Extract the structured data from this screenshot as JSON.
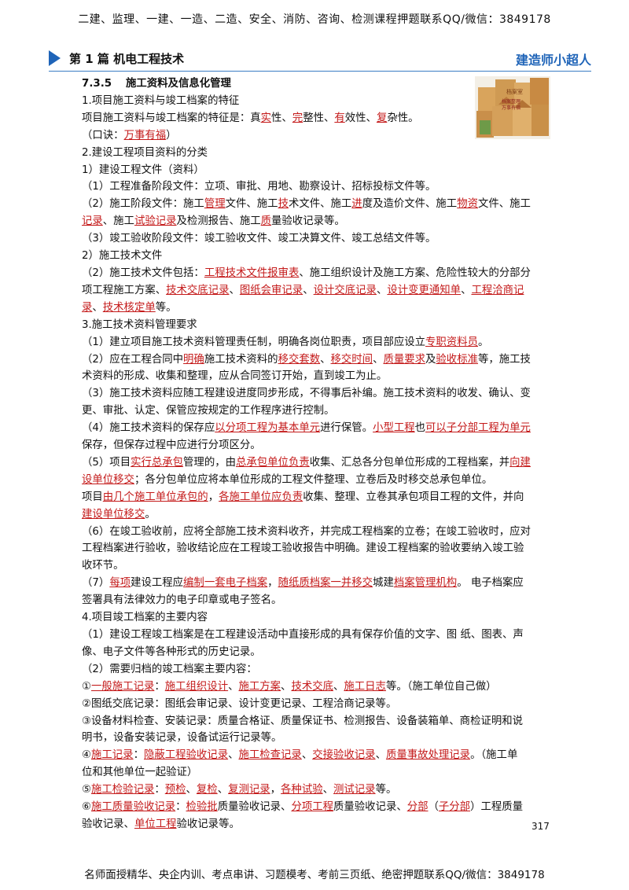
{
  "header": {
    "banner": "二建、监理、一建、一造、二造、安全、消防、咨询、检测课程押题联系QQ/微信：3849178",
    "chapter": "第 1 篇  机电工程技术",
    "brand": "建造师小超人"
  },
  "section": {
    "number": "7.3.5",
    "title": "施工资料及信息化管理"
  },
  "lines": [
    [
      {
        "t": "1.项目施工资料与竣工档案的特征"
      }
    ],
    [
      {
        "t": "项目施工资料与竣工档案的特征是：真"
      },
      {
        "t": "实",
        "h": true
      },
      {
        "t": "性、"
      },
      {
        "t": "完",
        "h": true
      },
      {
        "t": "整性、"
      },
      {
        "t": "有",
        "h": true
      },
      {
        "t": "效性、"
      },
      {
        "t": "复",
        "h": true
      },
      {
        "t": "杂性。"
      }
    ],
    [
      {
        "t": "（口诀："
      },
      {
        "t": "万事有福",
        "h": true
      },
      {
        "t": "）"
      }
    ],
    [
      {
        "t": "2.建设工程项目资料的分类"
      }
    ],
    [
      {
        "t": "1）建设工程文件（资料）"
      }
    ],
    [
      {
        "t": "（1）工程准备阶段文件：立项、审批、用地、勘察设计、招标投标文件等。"
      }
    ],
    [
      {
        "t": "（2）施工阶段文件：施工"
      },
      {
        "t": "管理",
        "h": true
      },
      {
        "t": "文件、施工"
      },
      {
        "t": "技",
        "h": true
      },
      {
        "t": "术文件、施工"
      },
      {
        "t": "进",
        "h": true
      },
      {
        "t": "度及造价文件、施工"
      },
      {
        "t": "物资",
        "h": true
      },
      {
        "t": "文件、施工"
      }
    ],
    [
      {
        "t": "记录",
        "h": true
      },
      {
        "t": "、施工"
      },
      {
        "t": "试验记录",
        "h": true
      },
      {
        "t": "及检测报告、施工"
      },
      {
        "t": "质",
        "h": true
      },
      {
        "t": "量验收记录等。"
      }
    ],
    [
      {
        "t": "（3）竣工验收阶段文件：竣工验收文件、竣工决算文件、竣工总结文件等。"
      }
    ],
    [
      {
        "t": "2）施工技术文件"
      }
    ],
    [
      {
        "t": "（2）施工技术文件包括："
      },
      {
        "t": "工程技术文件报审表",
        "h": true
      },
      {
        "t": "、施工组织设计及施工方案、危险性较大的分部分"
      }
    ],
    [
      {
        "t": "项工程施工方案、"
      },
      {
        "t": "技术交底记录",
        "h": true
      },
      {
        "t": "、"
      },
      {
        "t": "图纸会审记录",
        "h": true
      },
      {
        "t": "、"
      },
      {
        "t": "设计交底记录",
        "h": true
      },
      {
        "t": "、"
      },
      {
        "t": "设计变更通知单",
        "h": true
      },
      {
        "t": "、"
      },
      {
        "t": "工程洽商记",
        "h": true
      }
    ],
    [
      {
        "t": "录",
        "h": true
      },
      {
        "t": "、"
      },
      {
        "t": "技术核定单",
        "h": true
      },
      {
        "t": "等。"
      }
    ],
    [
      {
        "t": "3.施工技术资料管理要求"
      }
    ],
    [
      {
        "t": "（1）建立项目施工技术资料管理责任制，明确各岗位职责，项目部应设立"
      },
      {
        "t": "专职资料员",
        "h": true
      },
      {
        "t": "。"
      }
    ],
    [
      {
        "t": "（2）应在工程合同中"
      },
      {
        "t": "明确",
        "h": true
      },
      {
        "t": "施工技术资料的"
      },
      {
        "t": "移交套数",
        "h": true
      },
      {
        "t": "、"
      },
      {
        "t": "移交时间",
        "h": true
      },
      {
        "t": "、"
      },
      {
        "t": "质量要求",
        "h": true
      },
      {
        "t": "及"
      },
      {
        "t": "验收标准",
        "h": true
      },
      {
        "t": "等，施工技"
      }
    ],
    [
      {
        "t": "术资料的形成、收集和整理，应从合同签订开始，直到竣工为止。"
      }
    ],
    [
      {
        "t": "（3）施工技术资料应随工程建设进度同步形成，不得事后补编。施工技术资料的收发、确认、变"
      }
    ],
    [
      {
        "t": "更、审批、认定、保管应按规定的工作程序进行控制。"
      }
    ],
    [
      {
        "t": "（4）施工技术资料的保存应"
      },
      {
        "t": "以分项工程为基本单元",
        "h": true
      },
      {
        "t": "进行保管。"
      },
      {
        "t": "小型工程",
        "h": true
      },
      {
        "t": "也"
      },
      {
        "t": "可以子分部工程为单元",
        "h": true
      }
    ],
    [
      {
        "t": "保存，但保存过程中应进行分项区分。"
      }
    ],
    [
      {
        "t": "（5）项目"
      },
      {
        "t": "实行总承包",
        "h": true
      },
      {
        "t": "管理的，由"
      },
      {
        "t": "总承包单位负责",
        "h": true
      },
      {
        "t": "收集、汇总各分包单位形成的工程档案，并"
      },
      {
        "t": "向建",
        "h": true
      }
    ],
    [
      {
        "t": "设单位移交",
        "h": true
      },
      {
        "t": "；各分包单位应将本单位形成的工程文件整理、立卷后及时移交总承包单位。"
      }
    ],
    [
      {
        "t": "项目"
      },
      {
        "t": "由几个施工单位承包的",
        "h": true
      },
      {
        "t": "，"
      },
      {
        "t": "各施工单位应负责",
        "h": true
      },
      {
        "t": "收集、整理、立卷其承包项目工程的文件，并向"
      }
    ],
    [
      {
        "t": "建设单位移交",
        "h": true
      },
      {
        "t": "。"
      }
    ],
    [
      {
        "t": "（6）在竣工验收前，应将全部施工技术资料收齐，并完成工程档案的立卷；在竣工验收时，应对"
      }
    ],
    [
      {
        "t": "工程档案进行验收，验收结论应在工程竣工验收报告中明确。建设工程档案的验收要纳入竣工验"
      }
    ],
    [
      {
        "t": "收环节。"
      }
    ],
    [
      {
        "t": "（7）"
      },
      {
        "t": "每项",
        "h": true
      },
      {
        "t": "建设工程应"
      },
      {
        "t": "编制一套电子档案",
        "h": true
      },
      {
        "t": "，"
      },
      {
        "t": "随纸质档案一并移交",
        "h": true
      },
      {
        "t": "城建"
      },
      {
        "t": "档案管理机构",
        "h": true
      },
      {
        "t": "。 电子档案应"
      }
    ],
    [
      {
        "t": "签署具有法律效力的电子印章或电子签名。"
      }
    ],
    [
      {
        "t": "4.项目竣工档案的主要内容"
      }
    ],
    [
      {
        "t": "（1）建设工程竣工档案是在工程建设活动中直接形成的具有保存价值的文字、图 纸、图表、声"
      }
    ],
    [
      {
        "t": "像、电子文件等各种形式的历史记录。"
      }
    ],
    [
      {
        "t": "（2）需要归档的竣工档案主要内容："
      }
    ],
    [
      {
        "t": "①"
      },
      {
        "t": "一般施工记录",
        "h": true
      },
      {
        "t": "："
      },
      {
        "t": "施工组织设计",
        "h": true
      },
      {
        "t": "、"
      },
      {
        "t": "施工方案",
        "h": true
      },
      {
        "t": "、"
      },
      {
        "t": "技术交底",
        "h": true
      },
      {
        "t": "、"
      },
      {
        "t": "施工日志",
        "h": true
      },
      {
        "t": "等。（施工单位自己做）"
      }
    ],
    [
      {
        "t": "②图纸交底记录：图纸会审记录、设计变更记录、工程洽商记录等。"
      }
    ],
    [
      {
        "t": "③设备材料检查、安装记录：质量合格证、质量保证书、检测报告、设备装箱单、商检证明和说"
      }
    ],
    [
      {
        "t": "明书，设备安装记录，设备试运行记录等。"
      }
    ],
    [
      {
        "t": "④"
      },
      {
        "t": "施工记录",
        "h": true
      },
      {
        "t": "："
      },
      {
        "t": "隐蔽工程验收记录",
        "h": true
      },
      {
        "t": "、"
      },
      {
        "t": "施工检查记录",
        "h": true
      },
      {
        "t": "、"
      },
      {
        "t": "交接验收记录",
        "h": true
      },
      {
        "t": "、"
      },
      {
        "t": "质量事故处理记录",
        "h": true
      },
      {
        "t": "。（施工单"
      }
    ],
    [
      {
        "t": "位和其他单位一起验证）"
      }
    ],
    [
      {
        "t": "⑤"
      },
      {
        "t": "施工检验记录",
        "h": true
      },
      {
        "t": "："
      },
      {
        "t": "预检",
        "h": true
      },
      {
        "t": "、"
      },
      {
        "t": "复检",
        "h": true
      },
      {
        "t": "、"
      },
      {
        "t": "复测记录",
        "h": true
      },
      {
        "t": "，"
      },
      {
        "t": "各种试验",
        "h": true
      },
      {
        "t": "、"
      },
      {
        "t": "测试记录",
        "h": true
      },
      {
        "t": "等。"
      }
    ],
    [
      {
        "t": "⑥"
      },
      {
        "t": "施工质量验收记录",
        "h": true
      },
      {
        "t": "："
      },
      {
        "t": "检验批",
        "h": true
      },
      {
        "t": "质量验收记录、"
      },
      {
        "t": "分项工程",
        "h": true
      },
      {
        "t": "质量验收记录、"
      },
      {
        "t": "分部",
        "h": true
      },
      {
        "t": "（"
      },
      {
        "t": "子分部",
        "h": true
      },
      {
        "t": "）工程质量"
      }
    ],
    [
      {
        "t": "验收记录、"
      },
      {
        "t": "单位工程",
        "h": true
      },
      {
        "t": "验收记录等。"
      }
    ]
  ],
  "image": {
    "icon": "archive-boxes-image",
    "labels": [
      "档案室",
      "档案整理",
      "万事有福"
    ]
  },
  "page_number": "317",
  "footer": {
    "banner": "名师面授精华、央企内训、考点串讲、习题模考、考前三页纸、绝密押题联系QQ/微信：3849178"
  },
  "colors": {
    "accent_blue": "#1f64b8",
    "highlight_red": "#c41a1a"
  }
}
